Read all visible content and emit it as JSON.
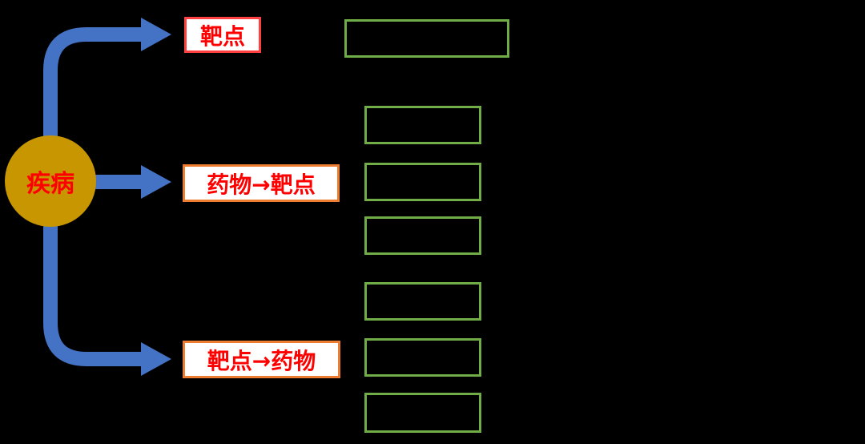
{
  "diagram": {
    "disease_node": {
      "label": "疾病"
    },
    "branches": [
      {
        "id": "target",
        "label": "靶点"
      },
      {
        "id": "drug-to-target",
        "label": "药物→靶点"
      },
      {
        "id": "target-to-drug",
        "label": "靶点→药物"
      }
    ],
    "result_boxes": {
      "count": 7
    }
  },
  "colors": {
    "background": "#000000",
    "arrow_blue": "#4472C4",
    "node_gold": "#C79600",
    "label_text_red": "#FF0000",
    "label_border_red": "#FF4040",
    "label_border_orange": "#ED7D31",
    "result_box_border_green": "#70AD47"
  }
}
